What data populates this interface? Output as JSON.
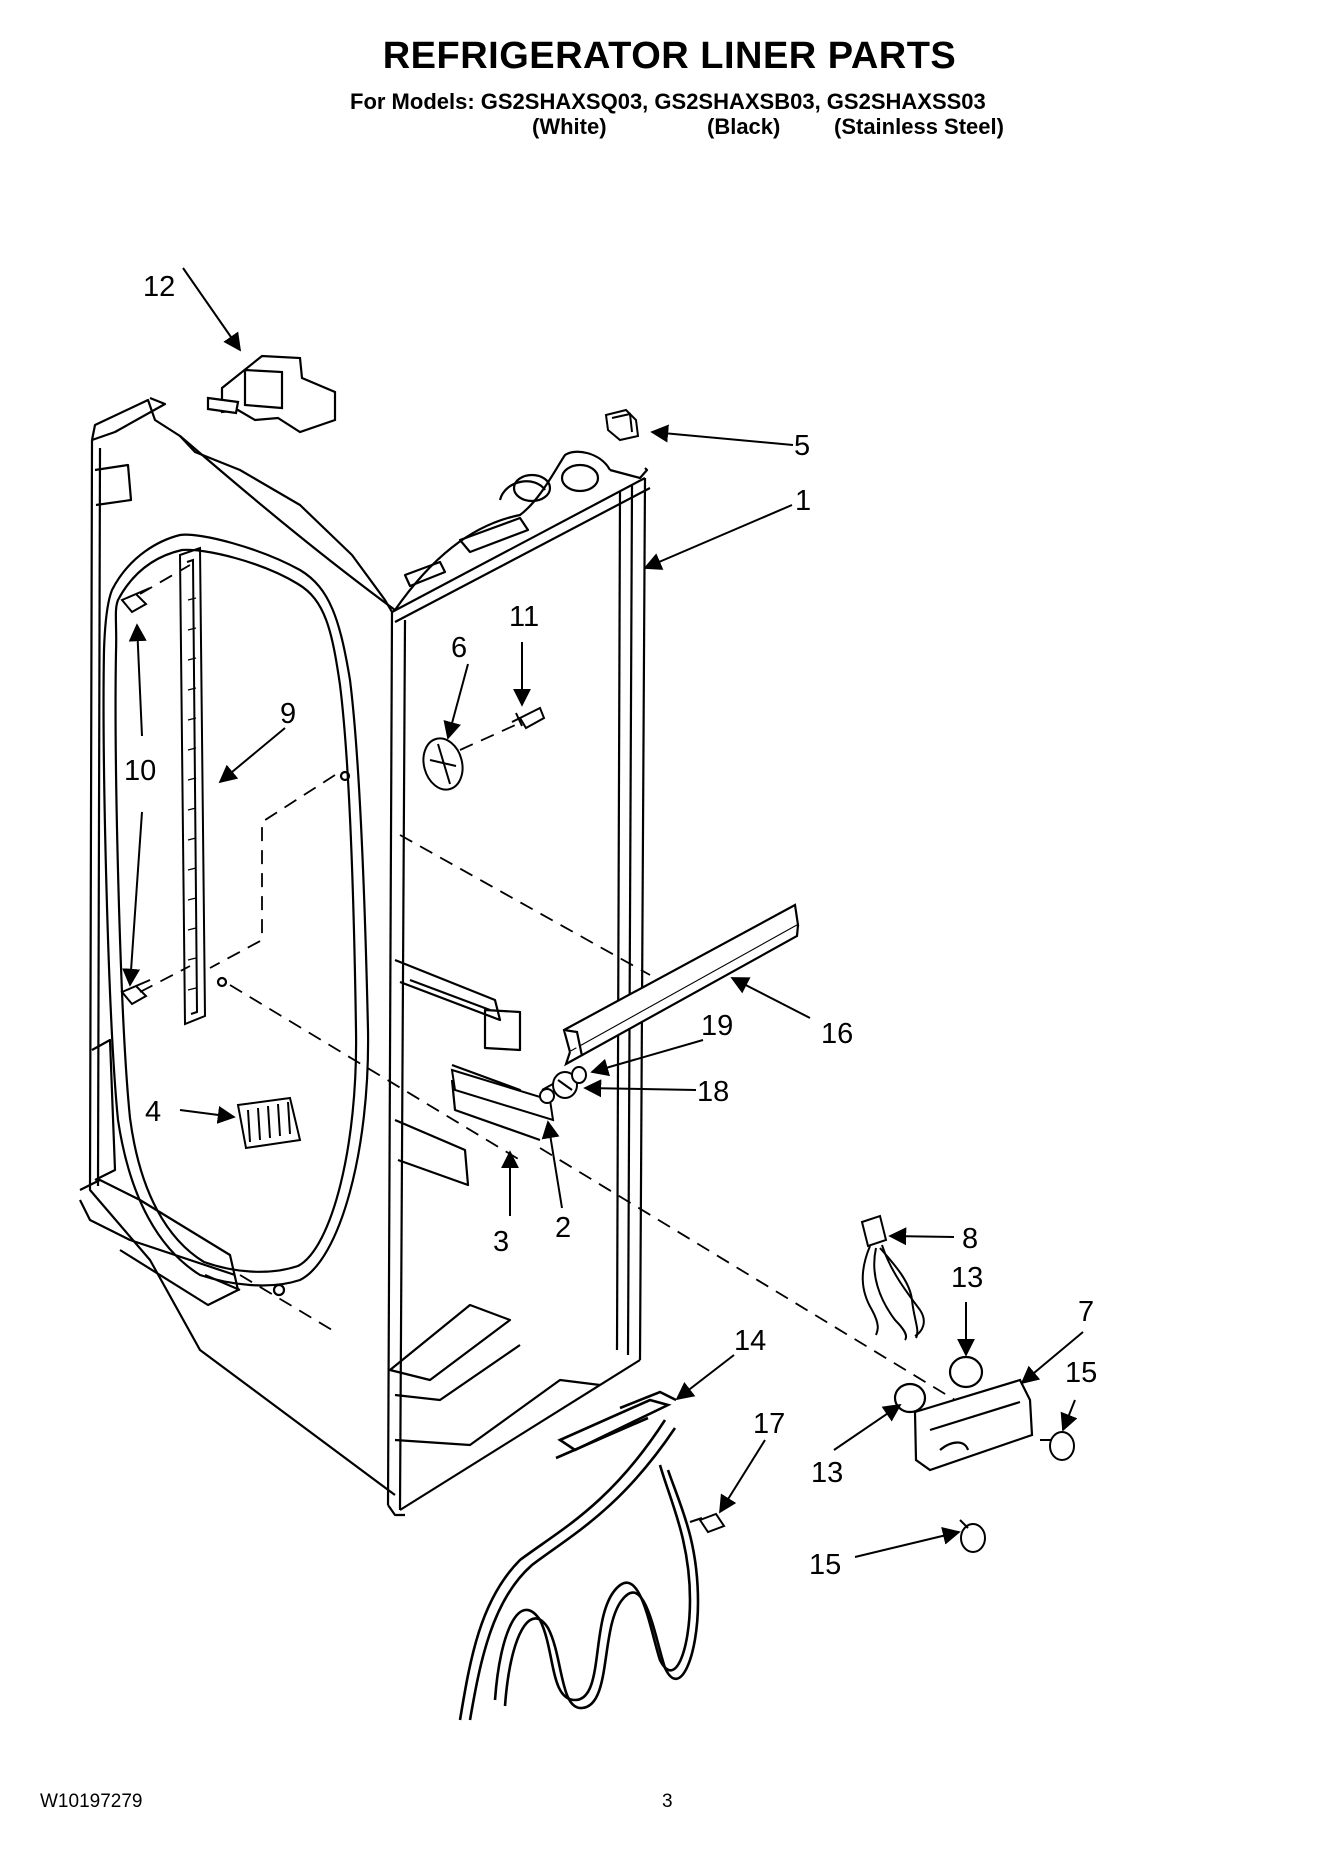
{
  "header": {
    "title": "REFRIGERATOR LINER PARTS",
    "models_line": "For Models: GS2SHAXSQ03, GS2SHAXSB03, GS2SHAXSS03",
    "variants": [
      "(White)",
      "(Black)",
      "(Stainless Steel)"
    ]
  },
  "callouts": [
    "12",
    "5",
    "1",
    "11",
    "6",
    "9",
    "10",
    "16",
    "19",
    "18",
    "4",
    "3",
    "2",
    "8",
    "13",
    "7",
    "15",
    "14",
    "17",
    "13",
    "15"
  ],
  "footer": {
    "doc_number": "W10197279",
    "page_number": "3"
  }
}
